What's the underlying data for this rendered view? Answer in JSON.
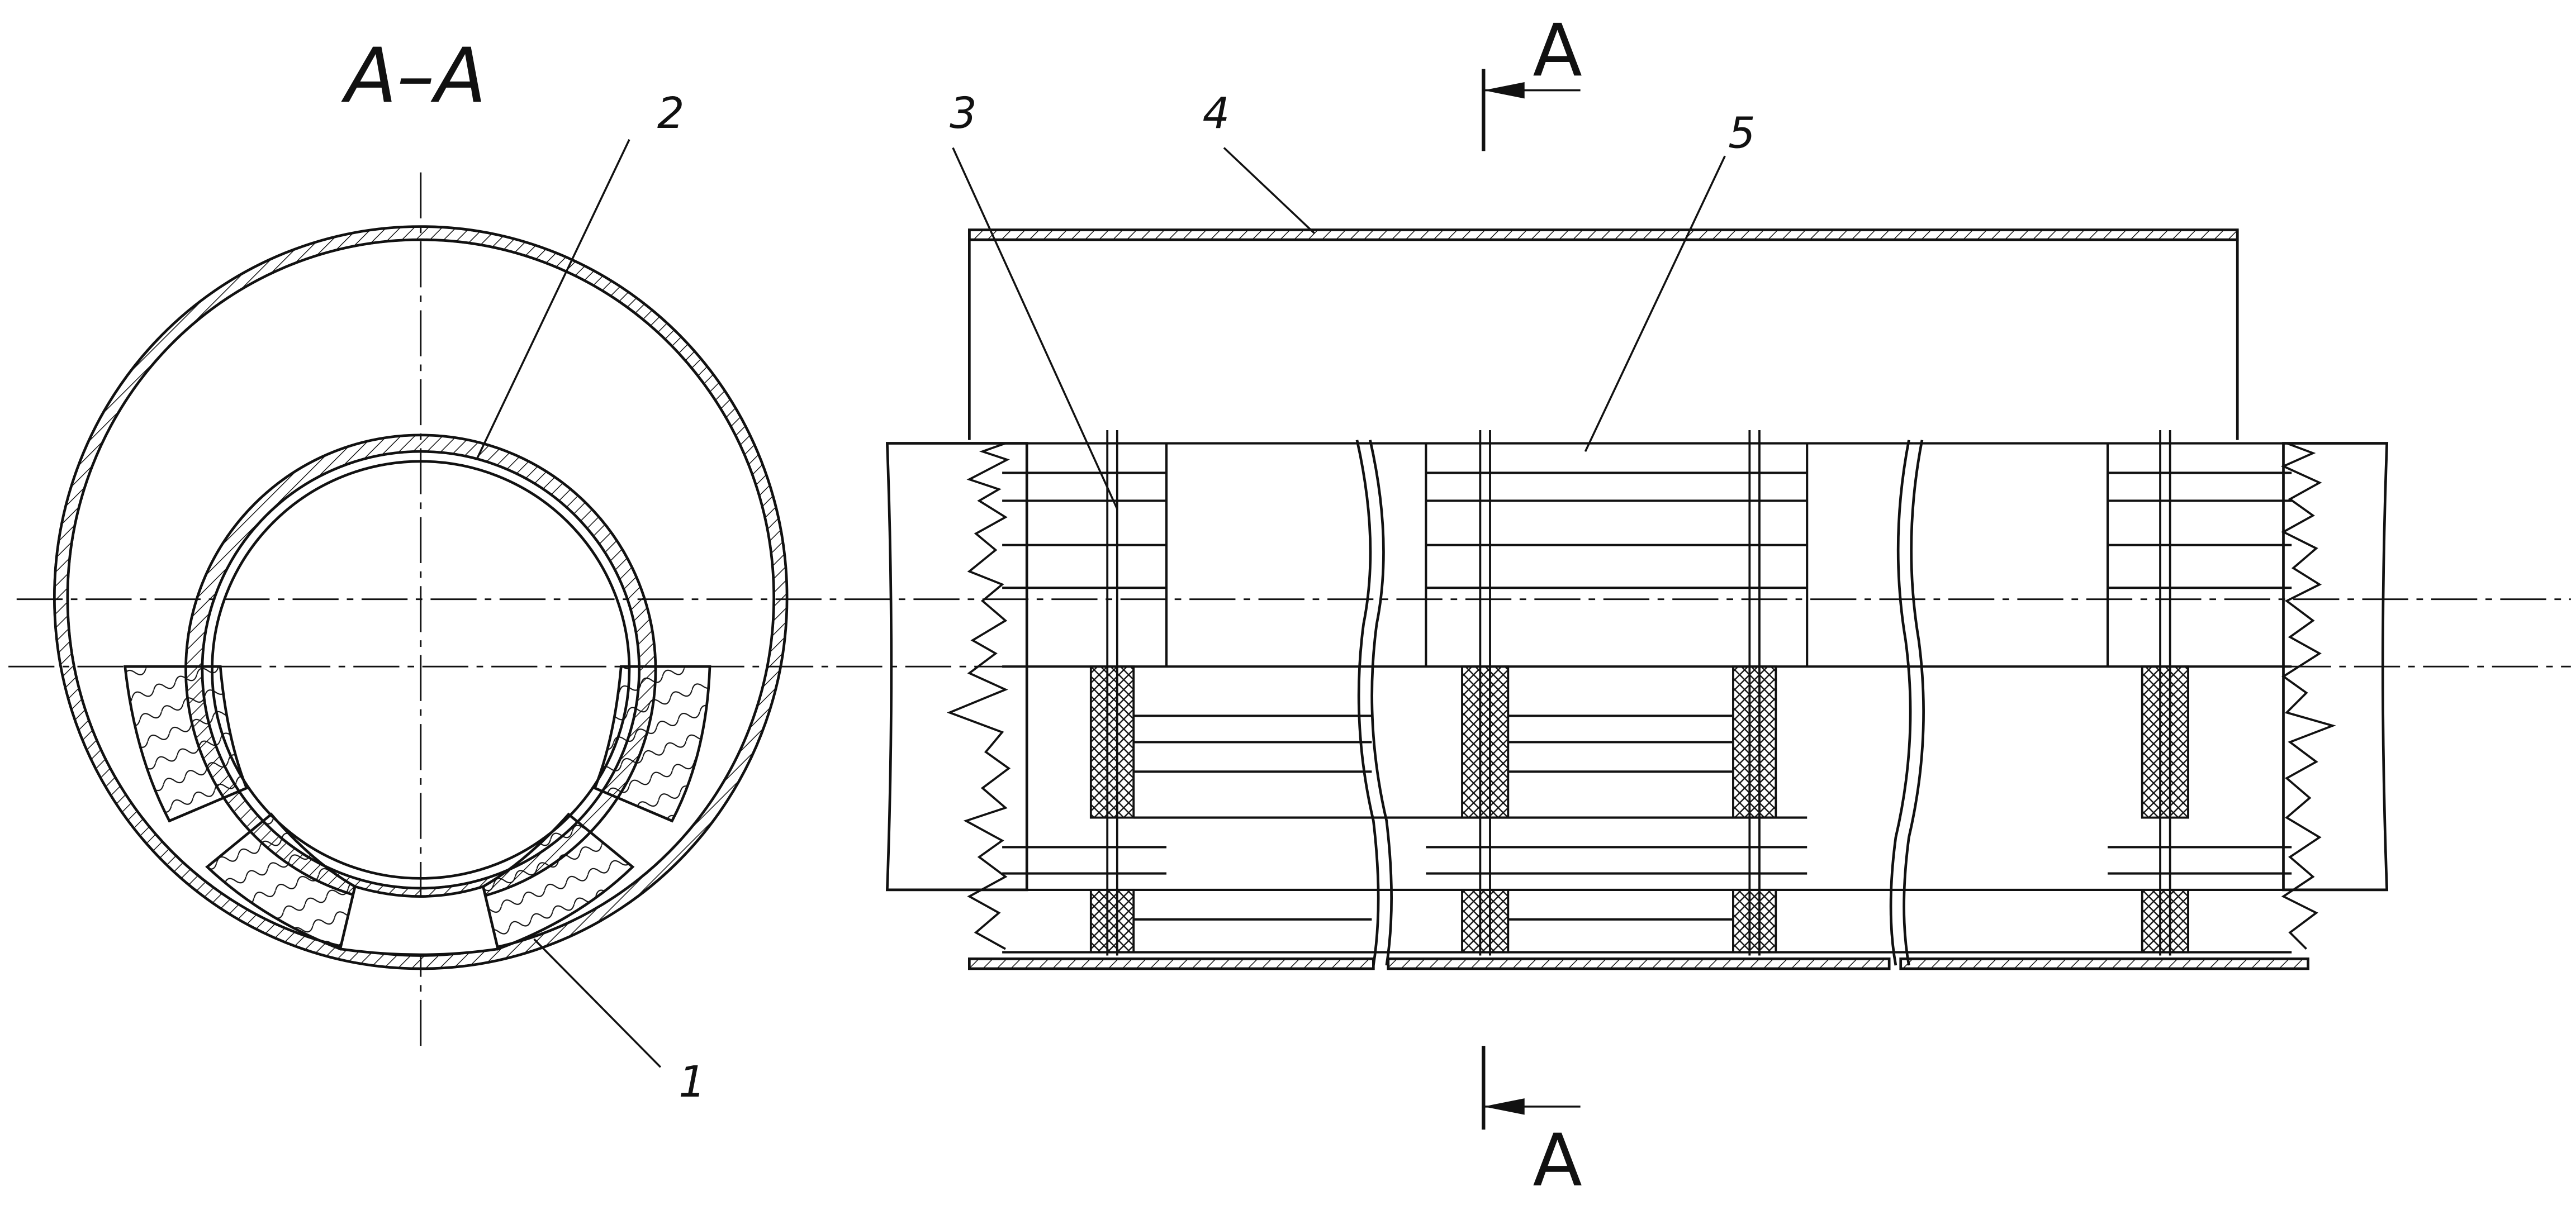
{
  "section_title": "A–A",
  "section_marks": {
    "top": "A",
    "bottom": "A"
  },
  "callouts": [
    {
      "id": "1",
      "label": "1"
    },
    {
      "id": "2",
      "label": "2"
    },
    {
      "id": "3",
      "label": "3"
    },
    {
      "id": "4",
      "label": "4"
    },
    {
      "id": "5",
      "label": "5"
    }
  ],
  "colors": {
    "ink": "#111111",
    "background": "#ffffff"
  }
}
